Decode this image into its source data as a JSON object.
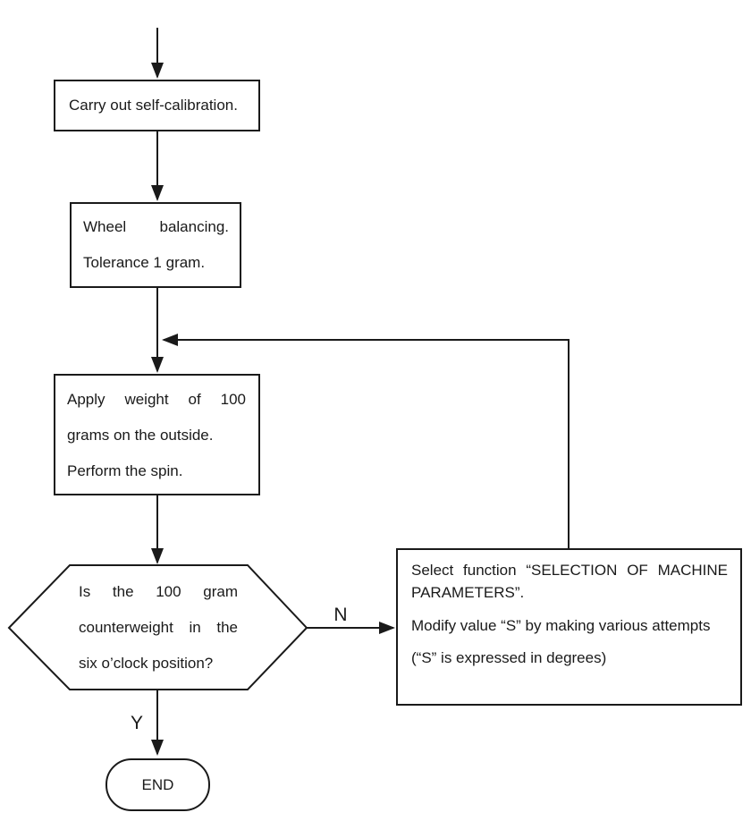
{
  "flowchart": {
    "nodes": {
      "calibration": {
        "text": "Carry out self-calibration."
      },
      "balancing": {
        "line1": "Wheel balancing.",
        "line2": "Tolerance 1 gram."
      },
      "apply_weight": {
        "line1": "Apply weight of 100",
        "line2": "grams on the outside.",
        "line3": "Perform the spin."
      },
      "decision": {
        "line1": "Is the 100 gram",
        "line2": "counterweight in the",
        "line3": "six o’clock position?"
      },
      "parameters": {
        "line1": "Select function “SELECTION OF MACHINE",
        "line2": "PARAMETERS”.",
        "line3": "Modify value “S” by making various attempts",
        "line4": "(“S” is expressed in degrees)"
      },
      "end": {
        "text": "END"
      }
    },
    "edge_labels": {
      "yes": "Y",
      "no": "N"
    },
    "colors": {
      "stroke": "#1a1a1a",
      "text": "#1a1a1a",
      "background": "#ffffff"
    }
  }
}
